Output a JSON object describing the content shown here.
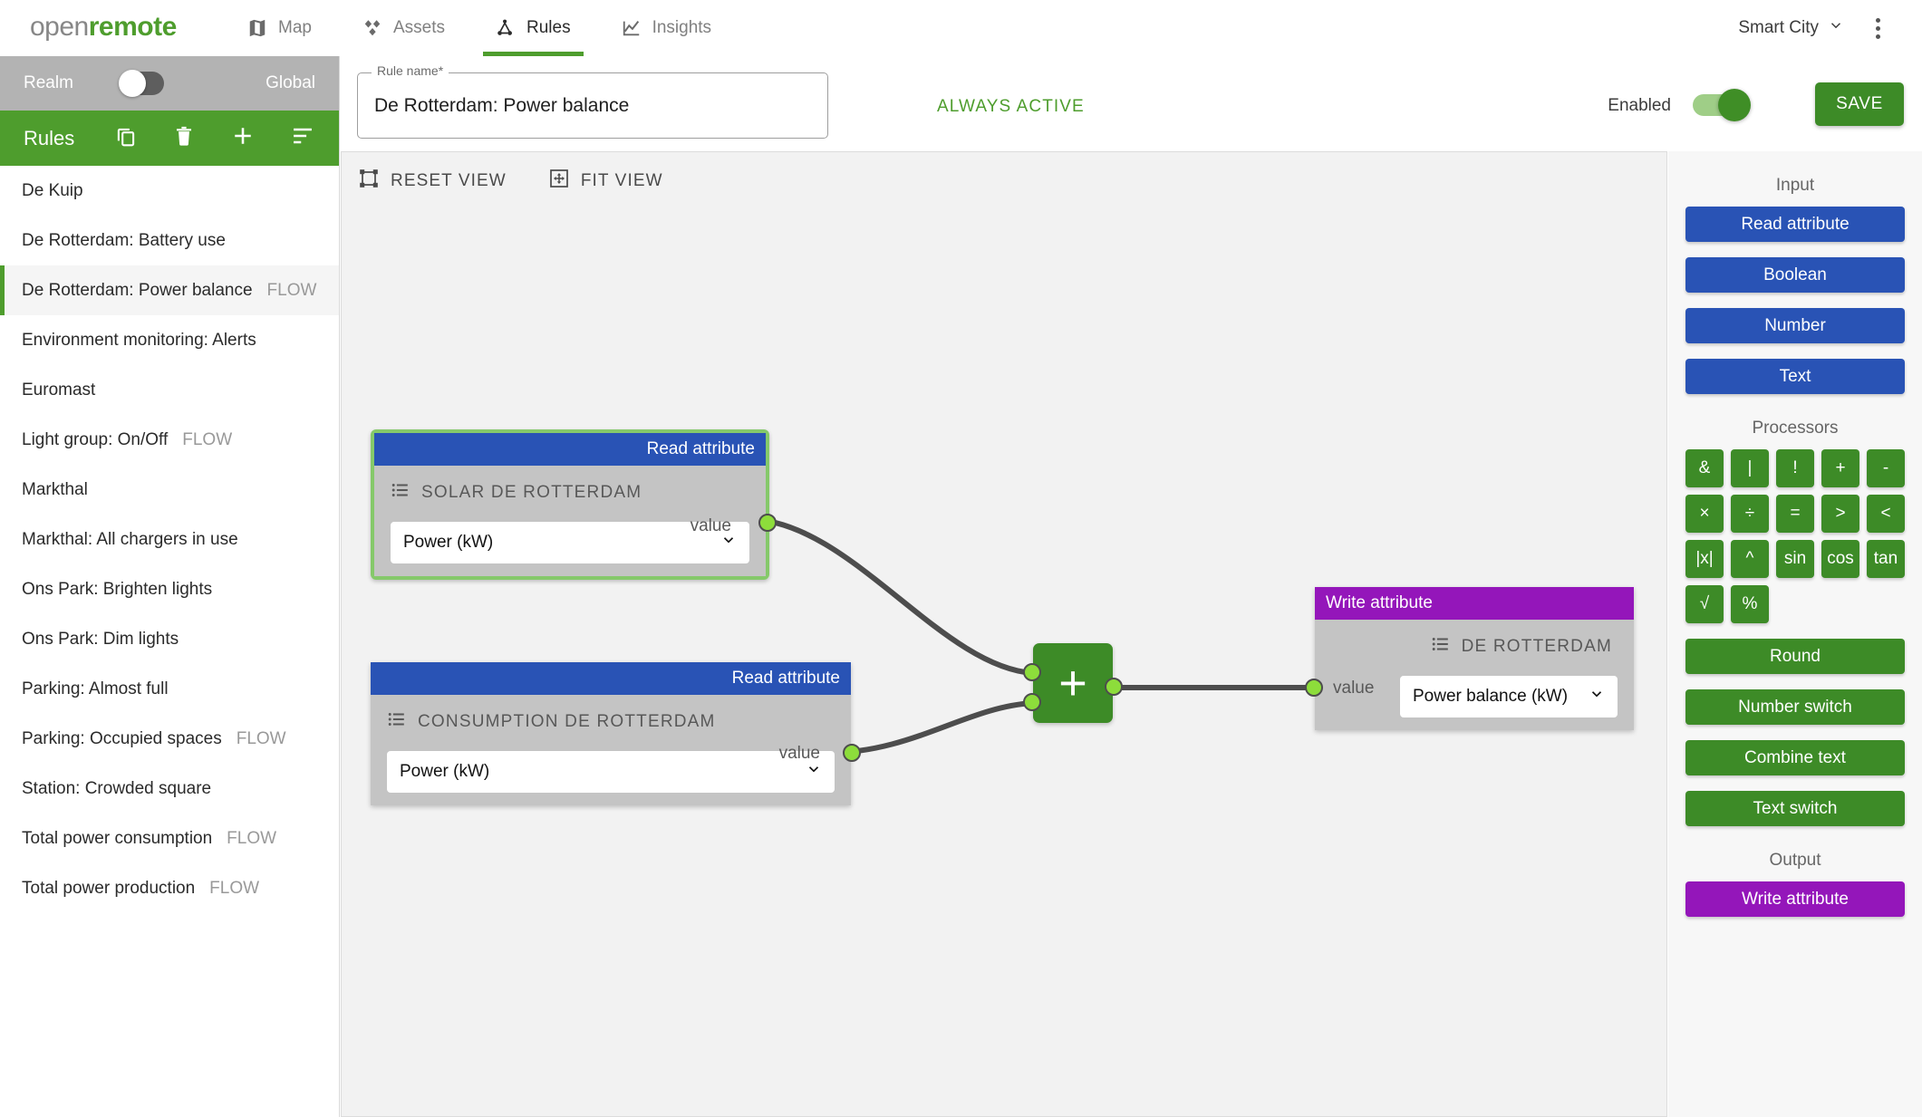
{
  "app": {
    "logo_open": "open",
    "logo_remote": "remote",
    "realm_menu": "Smart City",
    "nav": [
      {
        "label": "Map",
        "icon": "map-icon",
        "active": false
      },
      {
        "label": "Assets",
        "icon": "assets-icon",
        "active": false
      },
      {
        "label": "Rules",
        "icon": "rules-icon",
        "active": true
      },
      {
        "label": "Insights",
        "icon": "insights-icon",
        "active": false
      }
    ]
  },
  "sidebar": {
    "realm_label": "Realm",
    "realm_value": "Global",
    "rules_title": "Rules",
    "actions": [
      {
        "name": "duplicate-icon"
      },
      {
        "name": "delete-icon"
      },
      {
        "name": "add-icon"
      },
      {
        "name": "sort-icon"
      }
    ],
    "items": [
      {
        "label": "De Kuip",
        "tag": "",
        "selected": false
      },
      {
        "label": "De Rotterdam: Battery use",
        "tag": "",
        "selected": false
      },
      {
        "label": "De Rotterdam: Power balance",
        "tag": "FLOW",
        "selected": true
      },
      {
        "label": "Environment monitoring: Alerts",
        "tag": "",
        "selected": false
      },
      {
        "label": "Euromast",
        "tag": "",
        "selected": false
      },
      {
        "label": "Light group: On/Off",
        "tag": "FLOW",
        "selected": false
      },
      {
        "label": "Markthal",
        "tag": "",
        "selected": false
      },
      {
        "label": "Markthal: All chargers in use",
        "tag": "",
        "selected": false
      },
      {
        "label": "Ons Park: Brighten lights",
        "tag": "",
        "selected": false
      },
      {
        "label": "Ons Park: Dim lights",
        "tag": "",
        "selected": false
      },
      {
        "label": "Parking: Almost full",
        "tag": "",
        "selected": false
      },
      {
        "label": "Parking: Occupied spaces",
        "tag": "FLOW",
        "selected": false
      },
      {
        "label": "Station: Crowded square",
        "tag": "",
        "selected": false
      },
      {
        "label": "Total power consumption",
        "tag": "FLOW",
        "selected": false
      },
      {
        "label": "Total power production",
        "tag": "FLOW",
        "selected": false
      }
    ]
  },
  "header": {
    "rule_name_legend": "Rule name*",
    "rule_name_value": "De Rotterdam: Power balance",
    "always_active": "ALWAYS ACTIVE",
    "enabled_label": "Enabled",
    "save_label": "SAVE"
  },
  "canvas": {
    "reset_view": "RESET VIEW",
    "fit_view": "FIT VIEW",
    "nodes": {
      "solar": {
        "type": "Read attribute",
        "asset": "SOLAR DE ROTTERDAM",
        "attribute": "Power (kW)",
        "output_socket": "value"
      },
      "consumption": {
        "type": "Read attribute",
        "asset": "CONSUMPTION DE ROTTERDAM",
        "attribute": "Power (kW)",
        "output_socket": "value"
      },
      "adder": {
        "glyph": "+"
      },
      "write": {
        "type": "Write attribute",
        "asset": "DE ROTTERDAM",
        "attribute": "Power balance (kW)",
        "input_socket": "value"
      }
    }
  },
  "rightpanel": {
    "input_title": "Input",
    "input_buttons": [
      "Read attribute",
      "Boolean",
      "Number",
      "Text"
    ],
    "processors_title": "Processors",
    "processor_buttons": [
      "&",
      "|",
      "!",
      "+",
      "-",
      "×",
      "÷",
      "=",
      ">",
      "<",
      "|x|",
      "^",
      "sin",
      "cos",
      "tan",
      "√",
      "%"
    ],
    "processor_wide_buttons": [
      "Round",
      "Number switch",
      "Combine text",
      "Text switch"
    ],
    "output_title": "Output",
    "output_buttons": [
      "Write attribute"
    ]
  },
  "colors": {
    "brand_green": "#4E9D2D",
    "read_blue": "#2953b5",
    "write_purple": "#9416ba",
    "proc_green": "#3d8b27",
    "socket_green": "#8ddd3b"
  }
}
